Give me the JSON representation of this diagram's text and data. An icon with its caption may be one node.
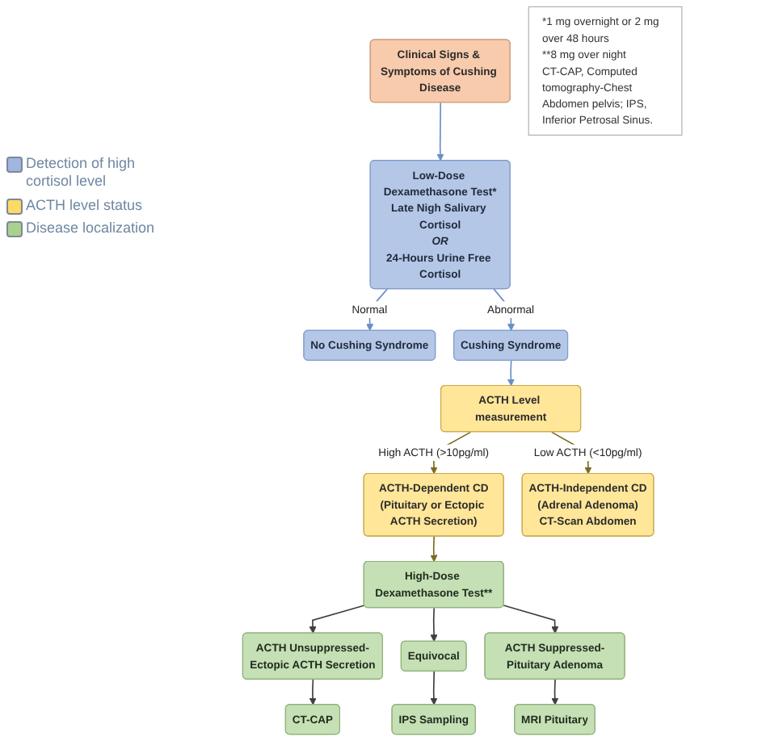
{
  "diagram": {
    "nodes": [
      {
        "text": [
          "Clinical Signs & Symptoms of Cushing Disease"
        ]
      },
      {
        "text": [
          "Low-Dose Dexamethasone Test*",
          "Late Nigh Salivary Cortisol",
          "OR",
          "24-Hours Urine Free Cortisol"
        ]
      },
      {
        "text": [
          "No Cushing Syndrome"
        ]
      },
      {
        "text": [
          "Cushing Syndrome"
        ]
      },
      {
        "text": [
          "ACTH Level measurement"
        ]
      },
      {
        "text": [
          "ACTH-Dependent CD",
          "(Pituitary or Ectopic ACTH Secretion)"
        ]
      },
      {
        "text": [
          "ACTH-Independent CD",
          "(Adrenal Adenoma)",
          "CT-Scan Abdomen"
        ]
      },
      {
        "text": [
          "High-Dose Dexamethasone Test**"
        ]
      },
      {
        "text": [
          "ACTH Unsuppressed-Ectopic ACTH Secretion"
        ]
      },
      {
        "text": [
          "Equivocal"
        ]
      },
      {
        "text": [
          "ACTH Suppressed-Pituitary Adenoma"
        ]
      },
      {
        "text": [
          "CT-CAP"
        ]
      },
      {
        "text": [
          "IPS Sampling"
        ]
      },
      {
        "text": [
          "MRI Pituitary"
        ]
      },
      {
        "text": [
          "*1 mg overnight or 2 mg over 48 hours",
          "**8 mg over night",
          "CT-CAP, Computed tomography-Chest Abdomen pelvis; IPS, Inferior Petrosal Sinus."
        ]
      }
    ],
    "edges": [
      {
        "from": 0,
        "to": 1,
        "arrow": "to",
        "color": "#6a8fc7"
      },
      {
        "from": 1,
        "to": 2,
        "arrow": "to",
        "label": "Normal",
        "color": "#6a8fc7"
      },
      {
        "from": 1,
        "to": 3,
        "arrow": "to",
        "label": "Abnormal",
        "color": "#6a8fc7"
      },
      {
        "from": 3,
        "to": 4,
        "arrow": "to",
        "color": "#6a8fc7"
      },
      {
        "from": 4,
        "to": 5,
        "arrow": "to",
        "label": "High ACTH (>10pg/ml)",
        "color": "#7b6a20"
      },
      {
        "from": 4,
        "to": 6,
        "arrow": "to",
        "label": "Low ACTH (<10pg/ml)",
        "color": "#7b6a20"
      },
      {
        "from": 5,
        "to": 7,
        "arrow": "to",
        "color": "#7b6a20"
      },
      {
        "from": 7,
        "to": 8,
        "arrow": "to"
      },
      {
        "from": 7,
        "to": 9,
        "arrow": "to"
      },
      {
        "from": 7,
        "to": 10,
        "arrow": "to"
      },
      {
        "from": 8,
        "to": 11,
        "arrow": "to"
      },
      {
        "from": 9,
        "to": 12,
        "arrow": "to"
      },
      {
        "from": 10,
        "to": 13,
        "arrow": "to"
      }
    ],
    "legend": [
      {
        "text": "Detection of high cortisol level",
        "color": "#9fb6de"
      },
      {
        "text": "ACTH level status",
        "color": "#ffd966"
      },
      {
        "text": "Disease localization",
        "color": "#a9d18e"
      }
    ]
  }
}
